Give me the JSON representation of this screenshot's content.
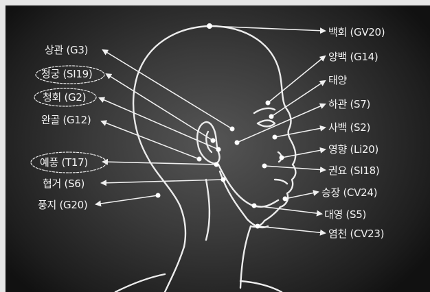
{
  "left_labels": [
    {
      "id": "sanggwan",
      "text": "상관 (G3)"
    },
    {
      "id": "cheonggung",
      "text": "청궁 (SI19)"
    },
    {
      "id": "jeonghoe",
      "text": "청회 (G2)"
    },
    {
      "id": "wangol",
      "text": "완골 (G12)"
    },
    {
      "id": "yepung",
      "text": "예풍 (T17)"
    },
    {
      "id": "hyeokgeo",
      "text": "협거 (S6)"
    },
    {
      "id": "pungji",
      "text": "풍지 (G20)"
    }
  ],
  "right_labels": [
    {
      "id": "baekhoe",
      "text": "백회 (GV20)"
    },
    {
      "id": "yangbaek",
      "text": "양백 (G14)"
    },
    {
      "id": "taeyang",
      "text": "태양"
    },
    {
      "id": "hagwan",
      "text": "하관 (S7)"
    },
    {
      "id": "sabaek",
      "text": "사백 (S2)"
    },
    {
      "id": "yeonghyang",
      "text": "영향 (Li20)"
    },
    {
      "id": "gwollyo",
      "text": "권요 (SI18)"
    },
    {
      "id": "seungjang",
      "text": "승장 (CV24)"
    },
    {
      "id": "daeyeong",
      "text": "대영 (S5)"
    },
    {
      "id": "yeomcheon",
      "text": "염천 (CV23)"
    }
  ],
  "colors": {
    "line": "#f0f0f0",
    "point": "#ffffff"
  }
}
